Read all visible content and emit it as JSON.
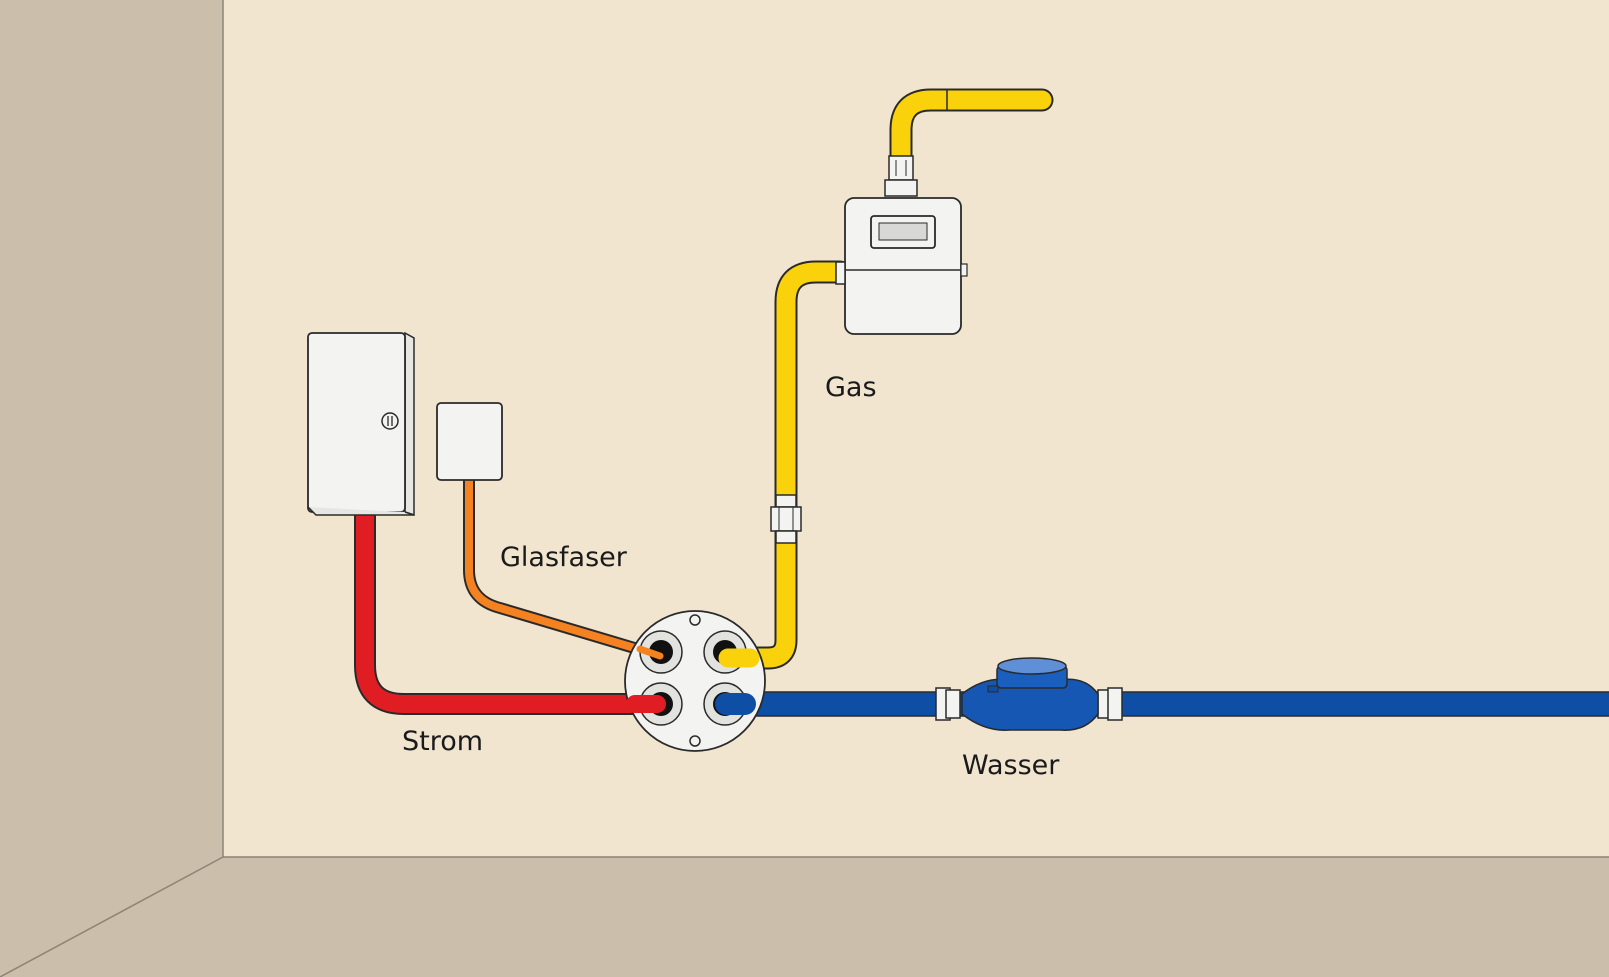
{
  "labels": {
    "strom": "Strom",
    "glasfaser": "Glasfaser",
    "gas": "Gas",
    "wasser": "Wasser"
  },
  "colors": {
    "wall": "#f1e5d0",
    "side_wall": "#cbbfab",
    "floor": "#cbbfab",
    "strom_line": "#e11d24",
    "glasfaser_line": "#f58220",
    "gas_line": "#f9d20b",
    "wasser_line": "#0f4ea5",
    "fixture_fill": "#f3f3f1",
    "outline": "#2a2a2a"
  }
}
